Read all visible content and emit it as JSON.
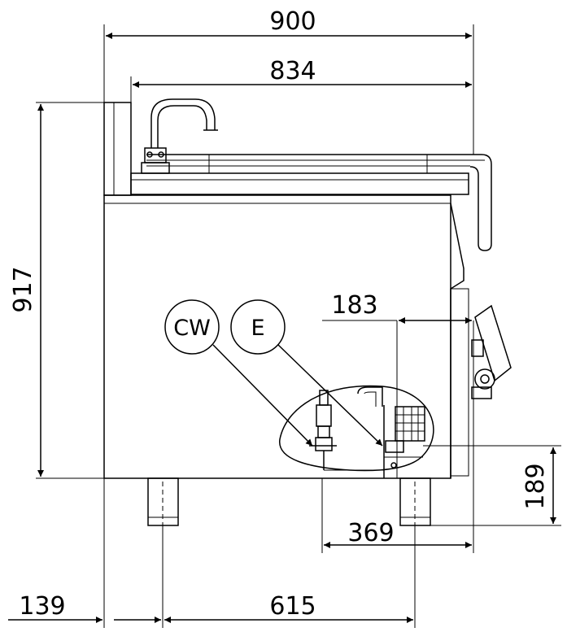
{
  "dimensions": {
    "overall_width": "900",
    "body_width": "834",
    "total_height": "917",
    "right_offset": "183",
    "outlet_height": "189",
    "connection_offset": "369",
    "front_leg_offset": "139",
    "leg_spacing": "615"
  },
  "connections": {
    "cold_water": "CW",
    "electrical": "E"
  },
  "colors": {
    "line": "#000000",
    "background": "#ffffff"
  }
}
